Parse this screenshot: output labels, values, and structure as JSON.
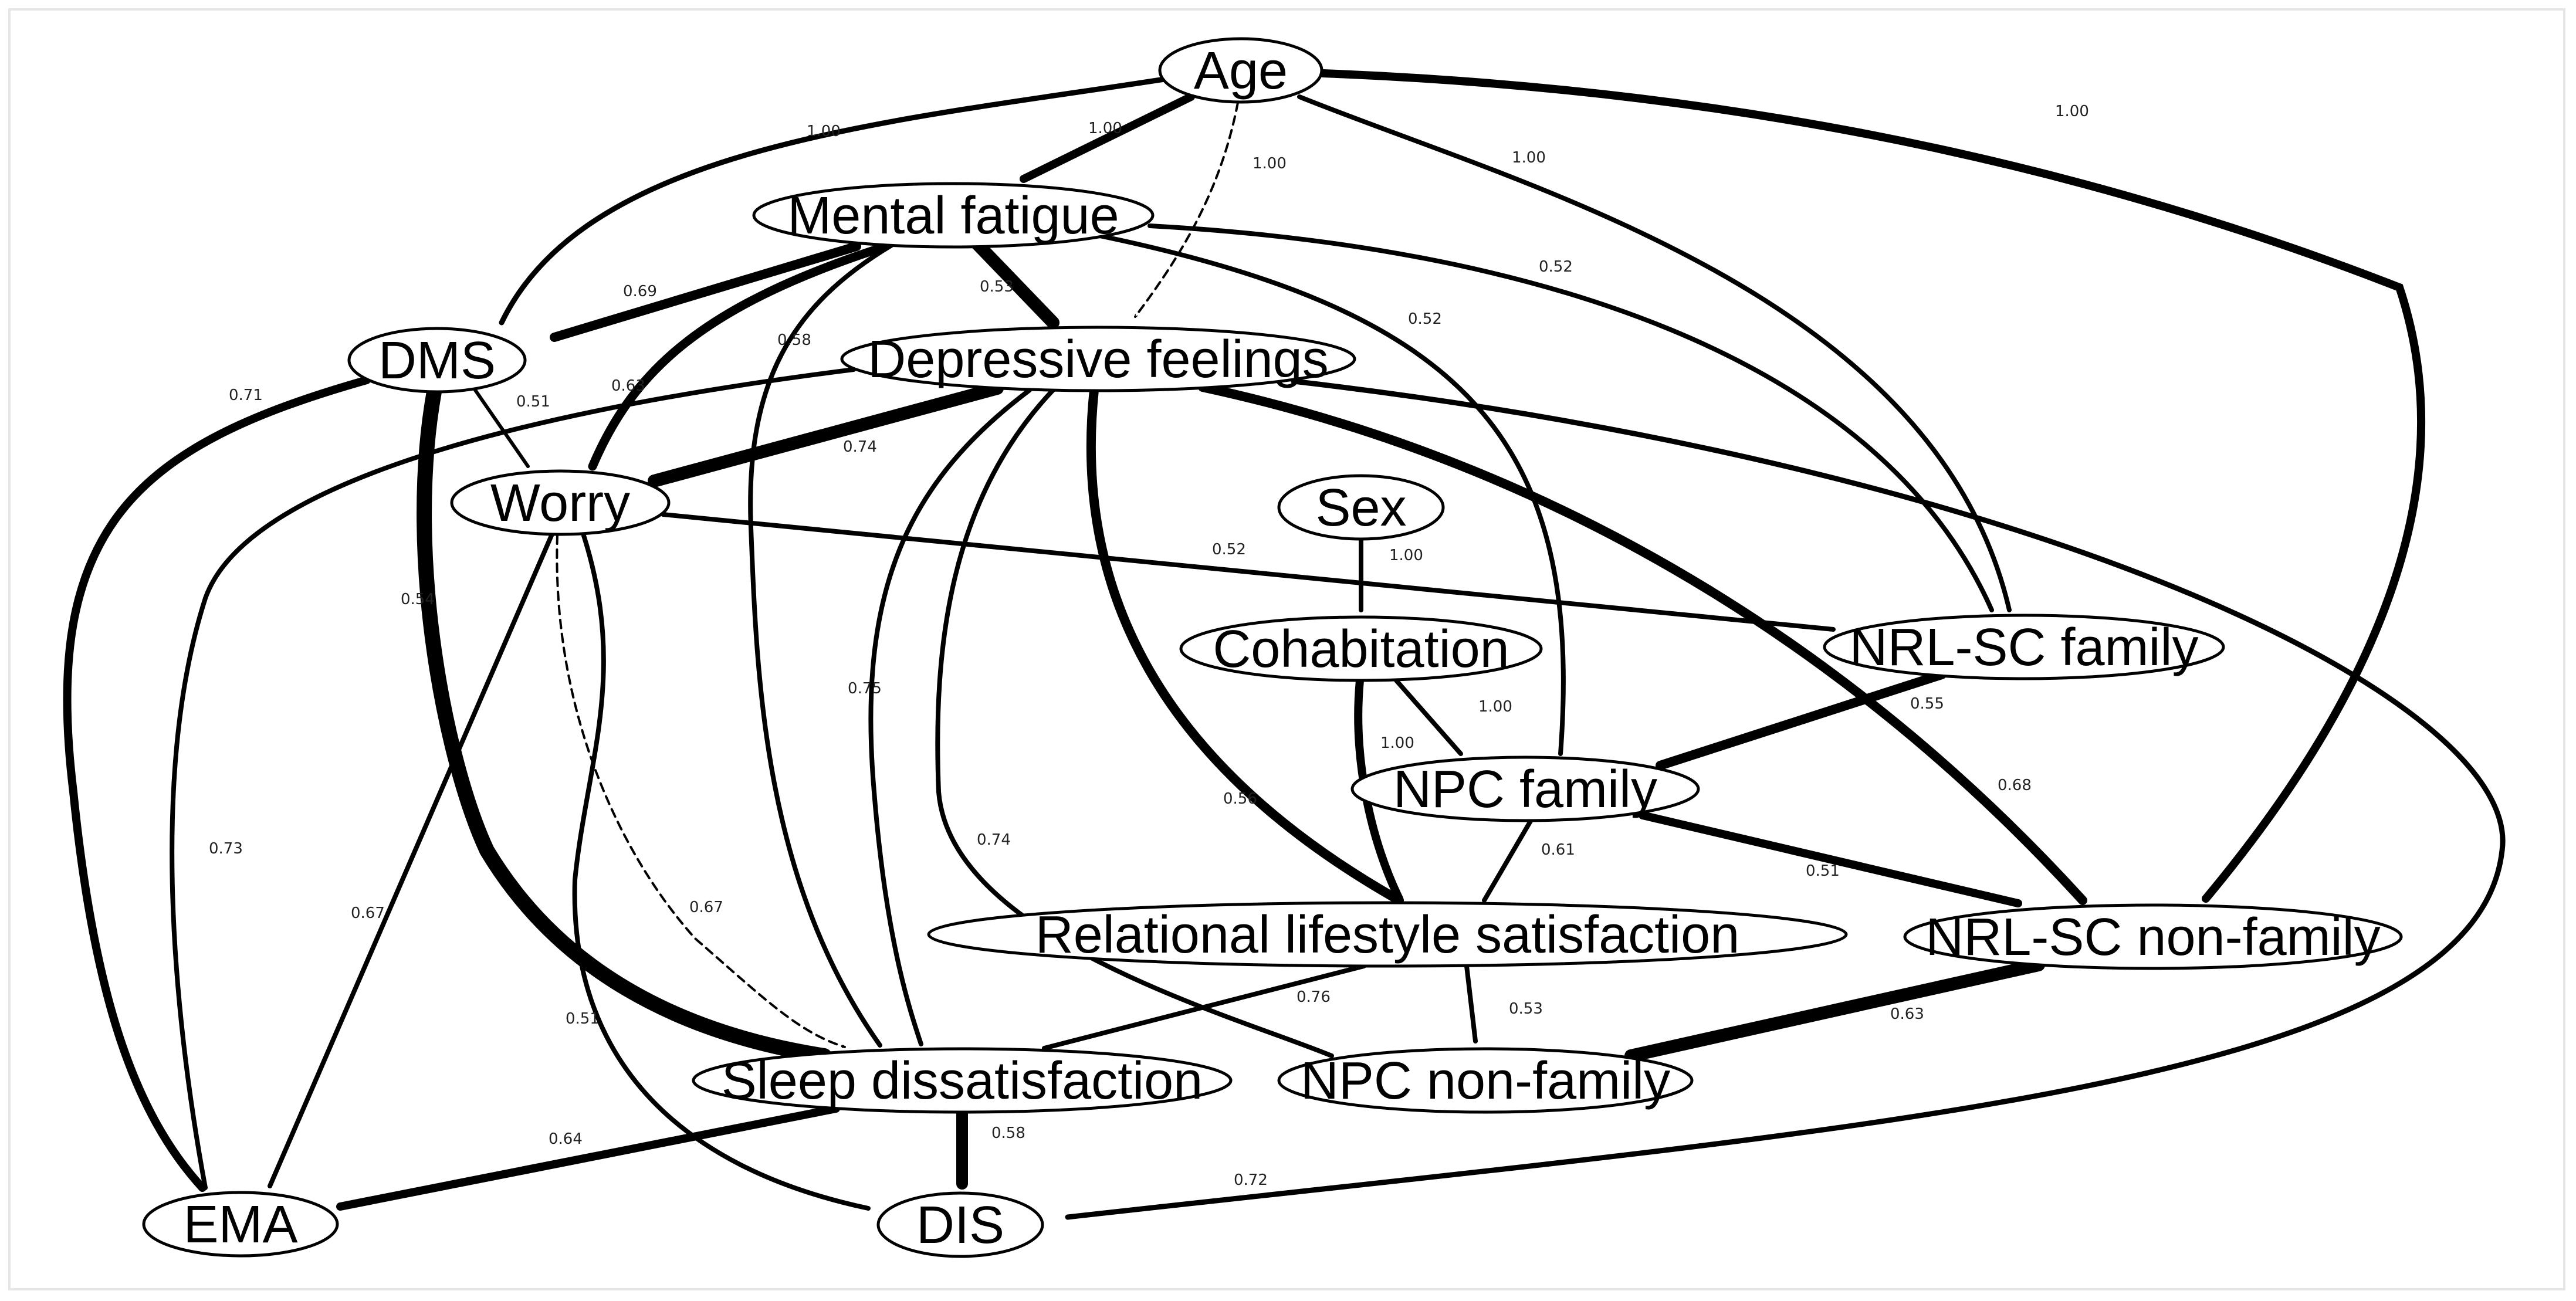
{
  "nodes": [
    {
      "id": "age",
      "label": "Age"
    },
    {
      "id": "mental_fatigue",
      "label": "Mental fatigue"
    },
    {
      "id": "dms",
      "label": "DMS"
    },
    {
      "id": "depressive_feelings",
      "label": "Depressive feelings"
    },
    {
      "id": "worry",
      "label": "Worry"
    },
    {
      "id": "sex",
      "label": "Sex"
    },
    {
      "id": "cohabitation",
      "label": "Cohabitation"
    },
    {
      "id": "nrl_sc_family",
      "label": "NRL-SC family"
    },
    {
      "id": "npc_family",
      "label": "NPC family"
    },
    {
      "id": "relational_lifestyle",
      "label": "Relational lifestyle satisfaction"
    },
    {
      "id": "nrl_sc_nonfamily",
      "label": "NRL-SC non-family"
    },
    {
      "id": "sleep_dissatisfaction",
      "label": "Sleep dissatisfaction"
    },
    {
      "id": "npc_nonfamily",
      "label": "NPC non-family"
    },
    {
      "id": "ema",
      "label": "EMA"
    },
    {
      "id": "dis",
      "label": "DIS"
    }
  ],
  "edges": [
    {
      "from": "age",
      "to": "dms",
      "weight": "1.00"
    },
    {
      "from": "age",
      "to": "mental_fatigue",
      "weight": "1.00"
    },
    {
      "from": "age",
      "to": "depressive_feelings",
      "weight": "1.00",
      "style": "dashed"
    },
    {
      "from": "age",
      "to": "nrl_sc_family",
      "weight": "1.00"
    },
    {
      "from": "age",
      "to": "nrl_sc_nonfamily",
      "weight": "1.00"
    },
    {
      "from": "mental_fatigue",
      "to": "dms",
      "weight": "0.69"
    },
    {
      "from": "mental_fatigue",
      "to": "depressive_feelings",
      "weight": "0.53"
    },
    {
      "from": "mental_fatigue",
      "to": "worry",
      "weight": "0.63"
    },
    {
      "from": "mental_fatigue",
      "to": "sleep_dissatisfaction",
      "weight": "0.58"
    },
    {
      "from": "mental_fatigue",
      "to": "npc_family",
      "weight": "0.52"
    },
    {
      "from": "mental_fatigue",
      "to": "nrl_sc_family",
      "weight": "0.52"
    },
    {
      "from": "dms",
      "to": "worry",
      "weight": "0.51"
    },
    {
      "from": "dms",
      "to": "ema",
      "weight": "0.71"
    },
    {
      "from": "dms",
      "to": "sleep_dissatisfaction",
      "weight": "0.54"
    },
    {
      "from": "depressive_feelings",
      "to": "worry",
      "weight": "0.74"
    },
    {
      "from": "depressive_feelings",
      "to": "ema",
      "weight": "0.73"
    },
    {
      "from": "depressive_feelings",
      "to": "sleep_dissatisfaction",
      "weight": "0.75"
    },
    {
      "from": "depressive_feelings",
      "to": "npc_nonfamily",
      "weight": "0.74"
    },
    {
      "from": "depressive_feelings",
      "to": "relational_lifestyle",
      "weight": "0.56"
    },
    {
      "from": "depressive_feelings",
      "to": "nrl_sc_nonfamily",
      "weight": "0.68"
    },
    {
      "from": "depressive_feelings",
      "to": "dis",
      "weight": "0.72"
    },
    {
      "from": "worry",
      "to": "nrl_sc_family",
      "weight": "0.52"
    },
    {
      "from": "worry",
      "to": "ema",
      "weight": "0.67"
    },
    {
      "from": "worry",
      "to": "sleep_dissatisfaction",
      "weight": "0.67",
      "style": "dashed"
    },
    {
      "from": "worry",
      "to": "dis",
      "weight": "0.51"
    },
    {
      "from": "sex",
      "to": "cohabitation",
      "weight": "1.00"
    },
    {
      "from": "cohabitation",
      "to": "npc_family",
      "weight": "1.00"
    },
    {
      "from": "cohabitation",
      "to": "relational_lifestyle",
      "weight": "1.00"
    },
    {
      "from": "nrl_sc_family",
      "to": "npc_family",
      "weight": "0.55"
    },
    {
      "from": "npc_family",
      "to": "relational_lifestyle",
      "weight": "0.61"
    },
    {
      "from": "npc_family",
      "to": "nrl_sc_nonfamily",
      "weight": "0.51"
    },
    {
      "from": "relational_lifestyle",
      "to": "sleep_dissatisfaction",
      "weight": "0.76"
    },
    {
      "from": "relational_lifestyle",
      "to": "npc_nonfamily",
      "weight": "0.53"
    },
    {
      "from": "nrl_sc_nonfamily",
      "to": "npc_nonfamily",
      "weight": "0.63"
    },
    {
      "from": "sleep_dissatisfaction",
      "to": "ema",
      "weight": "0.64"
    },
    {
      "from": "sleep_dissatisfaction",
      "to": "dis",
      "weight": "0.58"
    }
  ]
}
